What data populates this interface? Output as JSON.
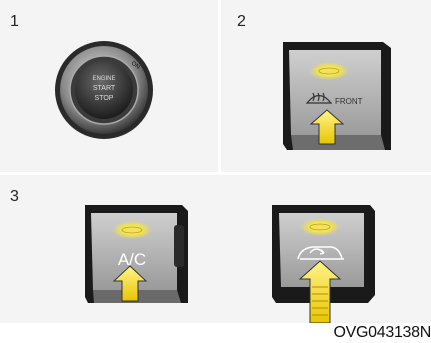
{
  "steps": [
    {
      "number": "1",
      "button_label_lines": [
        "ENGINE",
        "START",
        "STOP"
      ],
      "ring_label": "ON"
    },
    {
      "number": "2",
      "button_label": "FRONT"
    },
    {
      "number": "3",
      "button_left_label": "A/C"
    }
  ],
  "figure_code": "OVG043138N",
  "colors": {
    "indicator_glow": "#f2e34a",
    "arrow_fill": "#f6dd1c",
    "button_face": "#b9b9b9",
    "button_frame": "#1a1a1a"
  },
  "icons": [
    "engine-start-stop-button",
    "defrost-icon",
    "air-recirculation-icon",
    "up-arrow-icon"
  ]
}
